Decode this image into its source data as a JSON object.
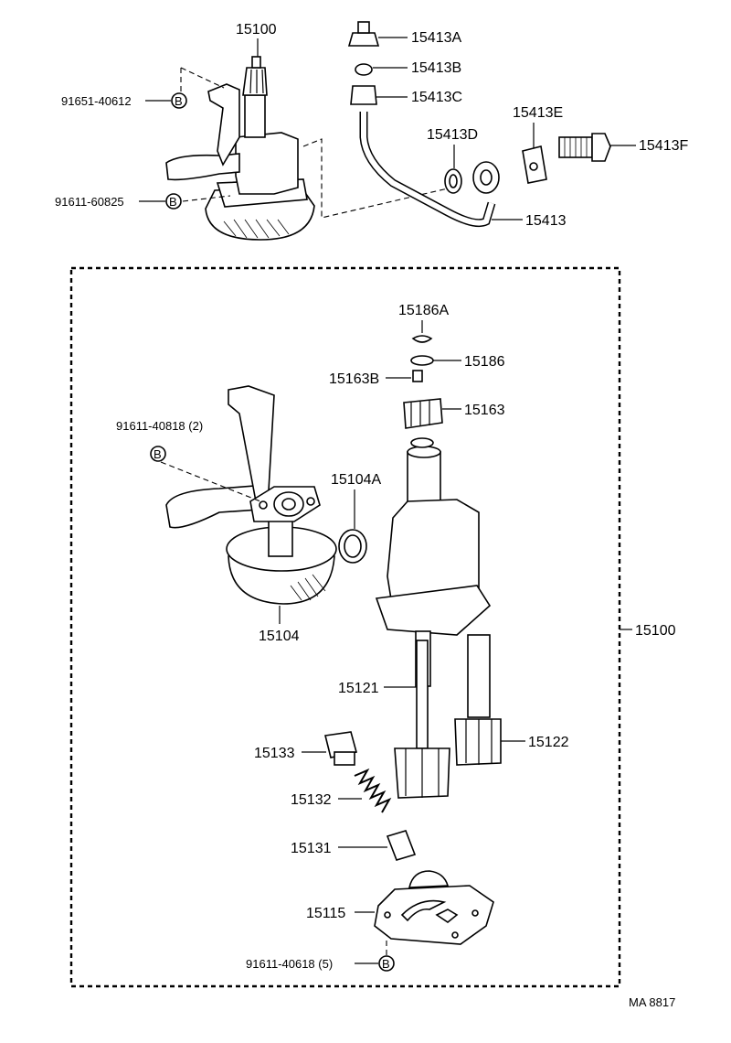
{
  "callout_symbol": "B",
  "labels": {
    "top_pump_assy": "15100",
    "bolt_91651_40612": "91651-40612",
    "bolt_91611_60825": "91611-60825",
    "p15413A": "15413A",
    "p15413B": "15413B",
    "p15413C": "15413C",
    "p15413D": "15413D",
    "p15413E": "15413E",
    "p15413F": "15413F",
    "p15413": "15413",
    "p15186A": "15186A",
    "p15186": "15186",
    "p15163B": "15163B",
    "p15163": "15163",
    "bolt_91611_40818": "91611-40818 (2)",
    "p15104A": "15104A",
    "p15104": "15104",
    "frame_assy": "15100",
    "p15121": "15121",
    "p15122": "15122",
    "p15133": "15133",
    "p15132": "15132",
    "p15131": "15131",
    "p15115": "15115",
    "bolt_91611_40618": "91611-40618 (5)",
    "drawing_code": "MA  8817"
  }
}
